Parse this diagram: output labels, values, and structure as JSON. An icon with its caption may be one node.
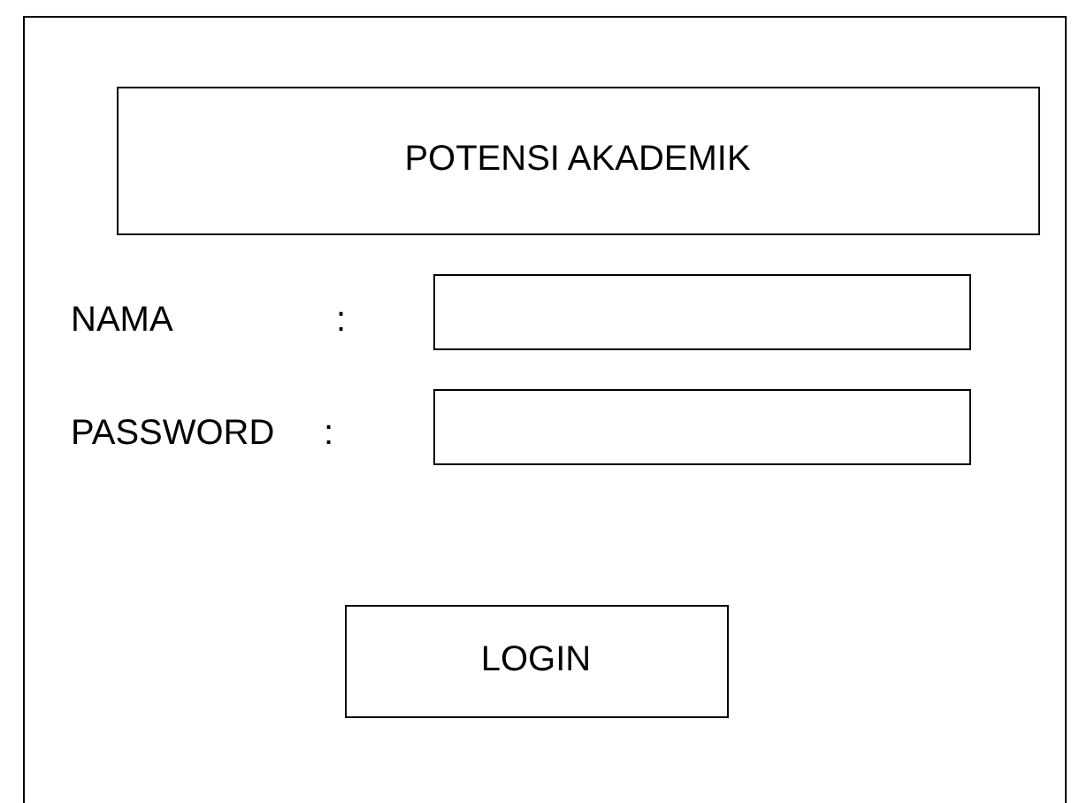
{
  "diagram": {
    "nodes": [
      {
        "text": [],
        "shape": "box"
      },
      {
        "text": [
          "POTENSI AKADEMIK"
        ],
        "in": 0
      },
      {
        "text": [],
        "shape": "box",
        "in": 0
      },
      {
        "text": [],
        "shape": "box",
        "in": 0
      },
      {
        "text": [
          "LOGIN"
        ],
        "in": 0
      }
    ],
    "labels": [
      "NAMA",
      ":",
      "PASSWORD",
      ":"
    ]
  }
}
